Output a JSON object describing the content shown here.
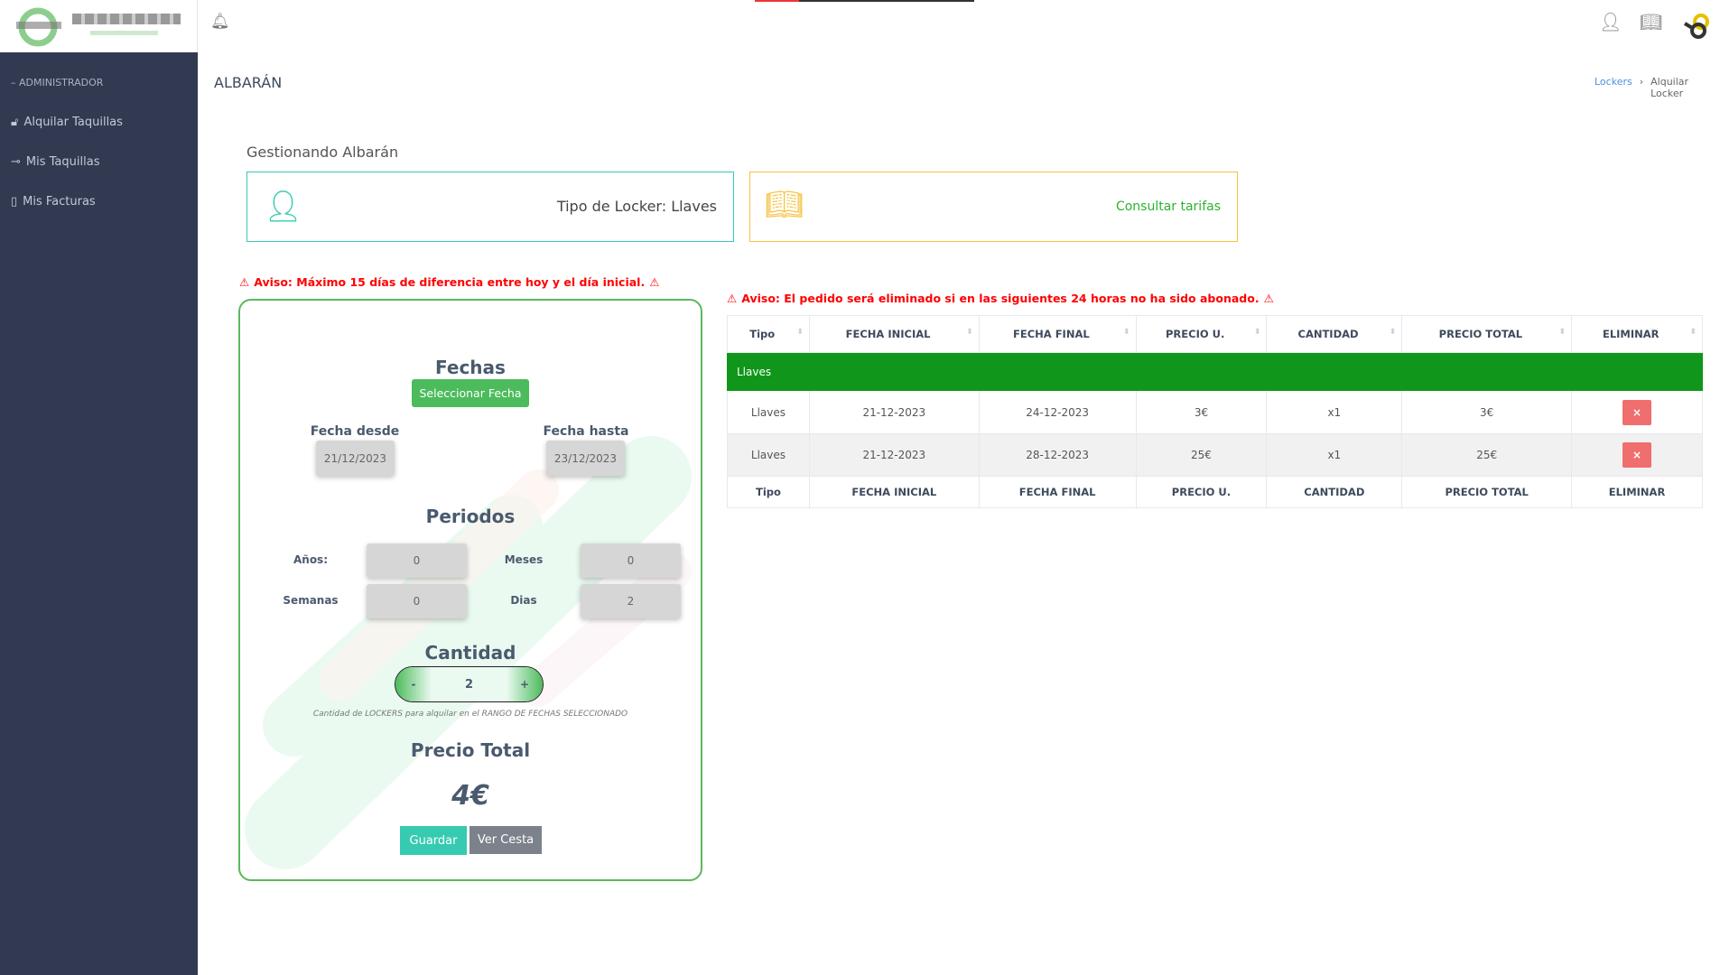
{
  "logo_text": "KEY LOCKERS",
  "sidebar": {
    "section": "ADMINISTRADOR",
    "items": [
      {
        "label": "Alquilar Taquillas",
        "icon": "lock-icon"
      },
      {
        "label": "Mis Taquillas",
        "icon": "key-icon"
      },
      {
        "label": "Mis Facturas",
        "icon": "invoice-icon"
      }
    ]
  },
  "header": {
    "title": "ALBARÁN",
    "breadcrumb": [
      "Lockers",
      "Alquilar Locker"
    ]
  },
  "page": {
    "subtitle": "Gestionando Albarán",
    "card_locker": "Tipo de Locker: Llaves",
    "card_rates": "Consultar tarifas"
  },
  "form": {
    "warning": "Aviso: Máximo 15 días de diferencia entre hoy y el día inicial.",
    "fechas_title": "Fechas",
    "select_date": "Seleccionar Fecha",
    "from_label": "Fecha desde",
    "from_value": "21/12/2023",
    "to_label": "Fecha hasta",
    "to_value": "23/12/2023",
    "periodos_title": "Periodos",
    "years_label": "Años:",
    "years": "0",
    "months_label": "Meses",
    "months": "0",
    "weeks_label": "Semanas",
    "weeks": "0",
    "days_label": "Dias",
    "days": "2",
    "cantidad_title": "Cantidad",
    "minus": "-",
    "quantity": "2",
    "plus": "+",
    "cantidad_note": "Cantidad de LOCKERS para alquilar en el RANGO DE FECHAS SELECCIONADO",
    "total_title": "Precio Total",
    "total": "4€",
    "save": "Guardar",
    "view_cart": "Ver Cesta"
  },
  "table": {
    "warning": "Aviso: El pedido será eliminado si en las siguientes 24 horas no ha sido abonado.",
    "columns": [
      "Tipo",
      "FECHA INICIAL",
      "FECHA FINAL",
      "PRECIO U.",
      "CANTIDAD",
      "PRECIO TOTAL",
      "ELIMINAR"
    ],
    "group": "Llaves",
    "rows": [
      [
        "Llaves",
        "21-12-2023",
        "24-12-2023",
        "3€",
        "x1",
        "3€"
      ],
      [
        "Llaves",
        "21-12-2023",
        "28-12-2023",
        "25€",
        "x1",
        "25€"
      ]
    ],
    "delete_label": "×"
  },
  "colors": {
    "sidebar": "#323a52",
    "group_row": "#10961a",
    "teal": "#36cbb0",
    "warning": "#ff0000",
    "delete": "#ef6e6e"
  }
}
